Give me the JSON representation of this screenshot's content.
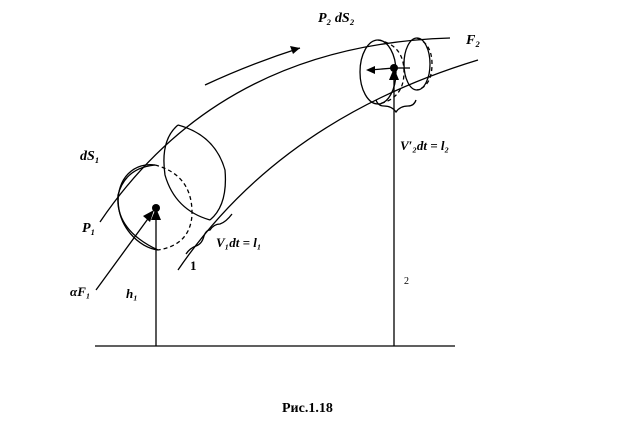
{
  "labels": {
    "p2_ds2": "P₂ dS₂",
    "f2": "F₂",
    "ds1": "dS₁",
    "p1": "P₁",
    "v2_eq": "V′₂dt = l₂",
    "v1_eq": "V₁dt = l₁",
    "one": "1",
    "af1": "αF₁",
    "h1": "h₁",
    "two": "2"
  },
  "caption": "Рис.1.18"
}
